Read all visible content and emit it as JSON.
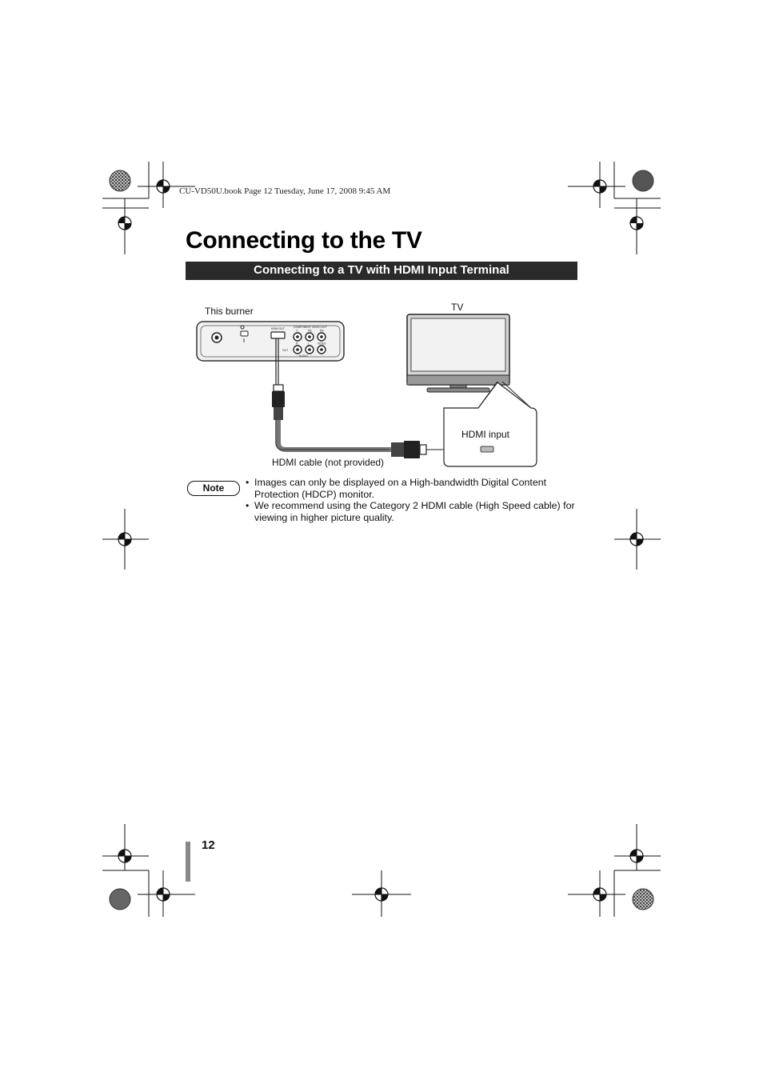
{
  "header": {
    "file_info": "CU-VD50U.book  Page 12  Tuesday, June 17, 2008  9:45 AM"
  },
  "page": {
    "title": "Connecting to the TV",
    "section_heading": "Connecting to a TV with HDMI Input Terminal",
    "page_number": "12"
  },
  "diagram": {
    "burner_label": "This burner",
    "tv_label": "TV",
    "hdmi_input_label": "HDMI input",
    "cable_label": "HDMI cable (not provided)",
    "burner_port_labels": {
      "hdmi_out": "HDMI OUT",
      "component_header": "COMPONENT VIDEO OUT",
      "y": "Y",
      "pb": "PB",
      "pr": "PR",
      "r": "R",
      "l": "L",
      "video": "VIDEO",
      "audio": "AUDIO",
      "out": "OUT"
    }
  },
  "note": {
    "badge": "Note",
    "items": [
      "Images can only be displayed on a High-bandwidth Digital Content Protection (HDCP) monitor.",
      "We recommend using the Category 2 HDMI cable (High Speed cable) for viewing in higher picture quality."
    ],
    "bullet": "•"
  },
  "colors": {
    "section_bar": "#2a2a2a",
    "page_tab": "#888888",
    "cable": "#777777"
  }
}
